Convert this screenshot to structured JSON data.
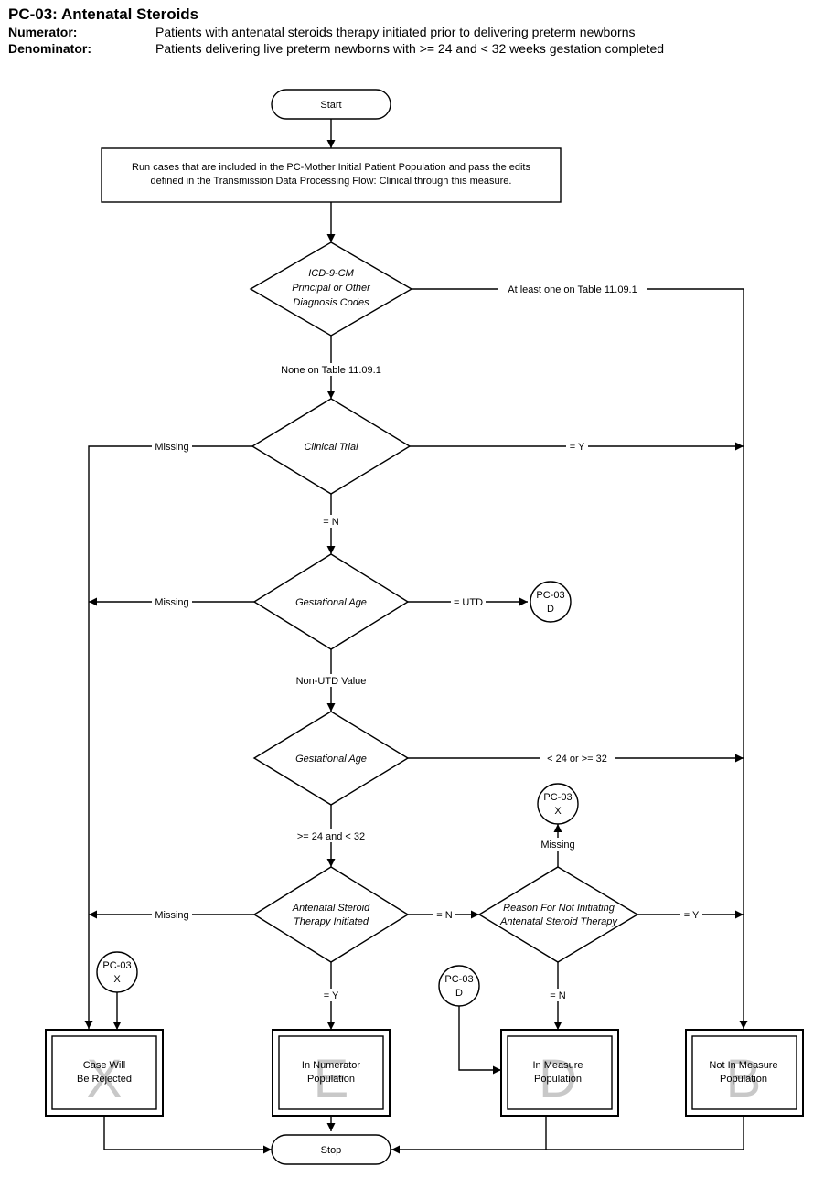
{
  "header": {
    "title": "PC-03:  Antenatal Steroids",
    "numerator_label": "Numerator:",
    "numerator_text": "Patients with antenatal steroids therapy initiated prior to delivering  preterm newborns",
    "denominator_label": "Denominator:",
    "denominator_text": "Patients delivering live preterm newborns with >= 24 and < 32 weeks gestation completed"
  },
  "nodes": {
    "start": "Start",
    "process_line1": "Run cases that are included in the PC-Mother Initial Patient Population and pass the edits",
    "process_line2": "defined in the Transmission Data Processing Flow: Clinical through this measure.",
    "icd_line1": "ICD-9-CM",
    "icd_line2": "Principal or Other",
    "icd_line3": "Diagnosis Codes",
    "clinical_trial": "Clinical Trial",
    "gestational_age_1": "Gestational Age",
    "gestational_age_2": "Gestational Age",
    "antenatal_line1": "Antenatal Steroid",
    "antenatal_line2": "Therapy Initiated",
    "reason_line1": "Reason For Not Initiating",
    "reason_line2": "Antenatal Steroid Therapy",
    "stop": "Stop"
  },
  "connectors": {
    "pc03": "PC-03",
    "d": "D",
    "x": "X"
  },
  "outcomes": {
    "x_letter": "X",
    "x_line1": "Case Will",
    "x_line2": "Be Rejected",
    "e_letter": "E",
    "e_line1": "In Numerator",
    "e_line2": "Population",
    "d_letter": "D",
    "d_line1": "In Measure",
    "d_line2": "Population",
    "b_letter": "B",
    "b_line1": "Not In Measure",
    "b_line2": "Population"
  },
  "edges": {
    "icd_yes": "At least one on Table 11.09.1",
    "icd_no": "None on Table 11.09.1",
    "missing": "Missing",
    "ct_y": "= Y",
    "ct_n": "= N",
    "ga_utd": "= UTD",
    "ga_non_utd": "Non-UTD Value",
    "ga_out_range": "< 24 or >= 32",
    "ga_in_range": ">= 24 and < 32",
    "ast_n": "= N",
    "ast_y": "= Y",
    "reason_y": "= Y",
    "reason_n": "= N"
  }
}
